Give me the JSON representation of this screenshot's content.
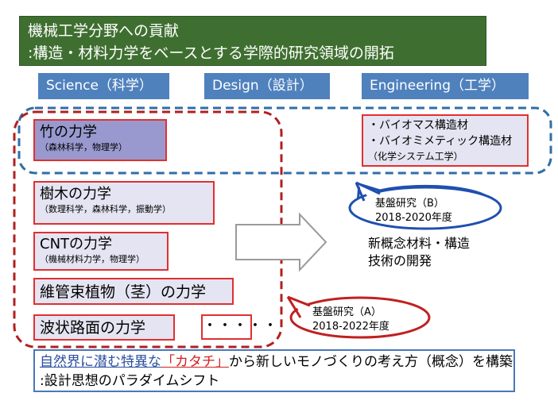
{
  "title": {
    "line1": "機械工学分野への貢献",
    "line2": ":構造・材料力学をベースとする学際的研究領域の開拓"
  },
  "categories": {
    "science": "Science（科学）",
    "design": "Design（設計）",
    "engineering": "Engineering（工学）"
  },
  "cards": {
    "bamboo": {
      "title": "竹の力学",
      "sub": "（森林科学，物理学）"
    },
    "tree": {
      "title": "樹木の力学",
      "sub": "（数理科学，森林科学，振動学）"
    },
    "cnt": {
      "title": "CNTの力学",
      "sub": "（機械材料力学，物理学）"
    },
    "vascular": {
      "title": "維管束植物（茎）の力学"
    },
    "road": {
      "title": "波状路面の力学"
    },
    "dots": "・・・・・"
  },
  "engineering_box": {
    "line1": "・バイオマス構造材",
    "line2": "・バイオミメティック構造材",
    "line3": "（化学システム工学）"
  },
  "grant_b": {
    "line1": "基盤研究（B）",
    "line2": "2018-2020年度"
  },
  "grant_a": {
    "line1": "基盤研究（A）",
    "line2": "2018-2022年度"
  },
  "result": {
    "line1": "新概念材料・構造",
    "line2": "技術の開発"
  },
  "bottom": {
    "part1": "自然界に潜む特異な",
    "part2": "「カタチ」",
    "part3": "から新しいモノづくりの考え方（概念）を構築",
    "line2": ":設計思想のパラダイムシフト"
  },
  "colors": {
    "title_bg": "#3f6f30",
    "category_bg": "#4f81bd",
    "red_border": "#e03030",
    "blue_dash": "#2f6ea8",
    "bubble_border": "#1f4fb0",
    "dark_red_dash": "#b02020"
  }
}
